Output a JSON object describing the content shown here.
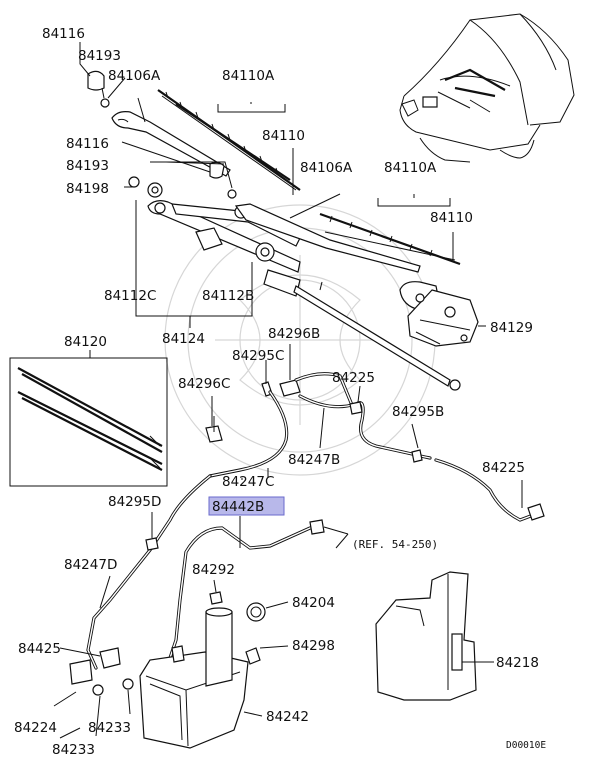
{
  "labels": {
    "l84116a": "84116",
    "l84193a": "84193",
    "l84106a_a": "84106A",
    "l84110a_a": "84110A",
    "l84110_a": "84110",
    "l84116b": "84116",
    "l84193b": "84193",
    "l84198": "84198",
    "l84106a_b": "84106A",
    "l84110a_b": "84110A",
    "l84110_b": "84110",
    "l84112c": "84112C",
    "l84112b": "84112B",
    "l84124": "84124",
    "l84129": "84129",
    "l84120": "84120",
    "l84296b": "84296B",
    "l84295c": "84295C",
    "l84296c": "84296C",
    "l84225a": "84225",
    "l84295b": "84295B",
    "l84247b": "84247B",
    "l84247c": "84247C",
    "l84225b": "84225",
    "l84295d": "84295D",
    "l84442b": "84442B",
    "l84247d": "84247D",
    "l84292": "84292",
    "l84204": "84204",
    "l84298": "84298",
    "l84425": "84425",
    "l84218": "84218",
    "l84242": "84242",
    "l84224": "84224",
    "l84233a": "84233",
    "l84233b": "84233"
  },
  "reference_note": "(REF. 54-250)",
  "diagram_code": "D00010E",
  "highlight_color": "#b8b8ea"
}
